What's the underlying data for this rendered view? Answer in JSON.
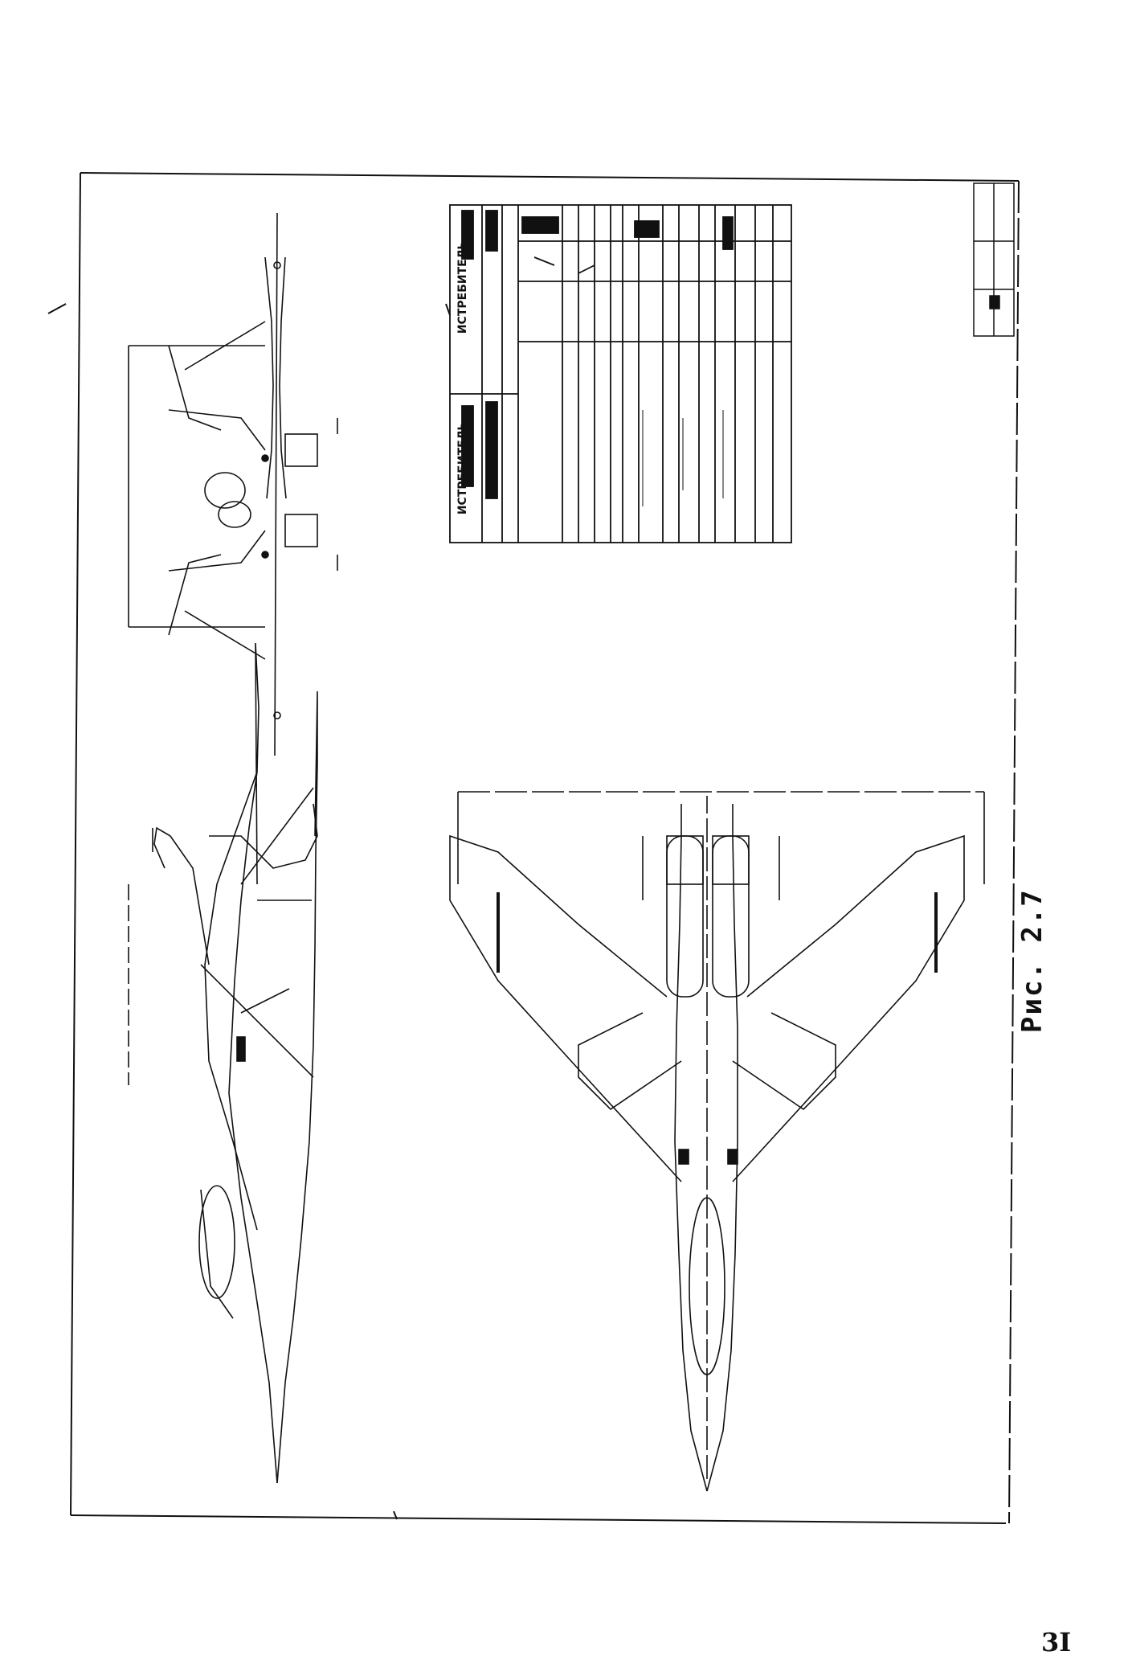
{
  "figure": {
    "caption": "Рис. 2.7",
    "page_number": "3I"
  },
  "views": [
    "side-view",
    "front-view",
    "top-view"
  ],
  "spec_table": {
    "header_left": "ИСТРЕБИТЕЛЬ",
    "header_right": "ИСТРЕБИТЕЛЬ"
  }
}
